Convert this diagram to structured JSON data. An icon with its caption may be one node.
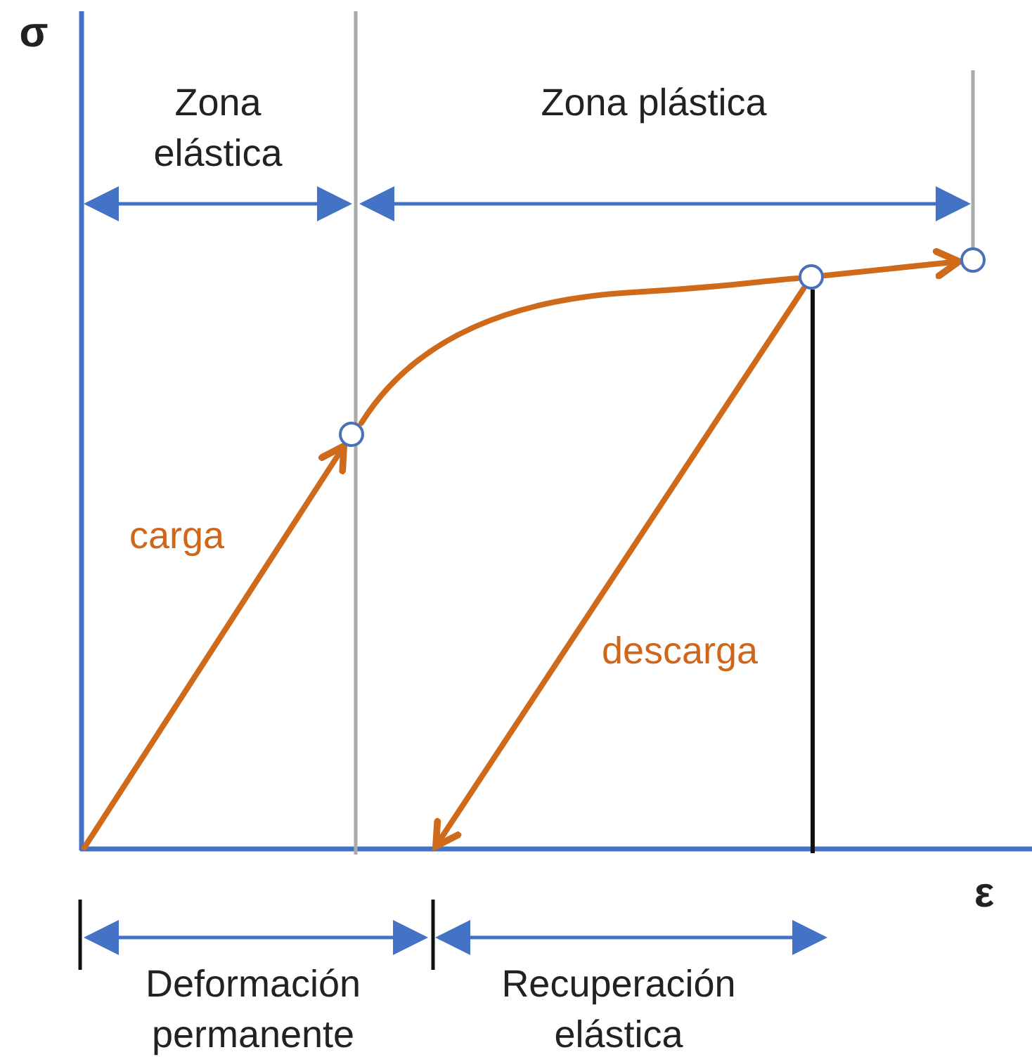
{
  "diagram": {
    "nodes": [
      {
        "text": [],
        "shape": "circle"
      },
      {
        "text": [],
        "shape": "circle"
      },
      {
        "text": [],
        "shape": "circle"
      }
    ],
    "edges": [
      {
        "from": null,
        "to": 0,
        "arrow": "to",
        "label": "carga"
      },
      {
        "from": 0,
        "to": 1,
        "arrow": "none"
      },
      {
        "from": 1,
        "to": 2,
        "arrow": "to"
      },
      {
        "from": 1,
        "to": null,
        "arrow": "to",
        "label": "descarga"
      }
    ],
    "labels": [
      "σ",
      "Zona elástica",
      "Zona plástica",
      "ε",
      "Deformación permanente",
      "Recuperación elástica"
    ]
  }
}
